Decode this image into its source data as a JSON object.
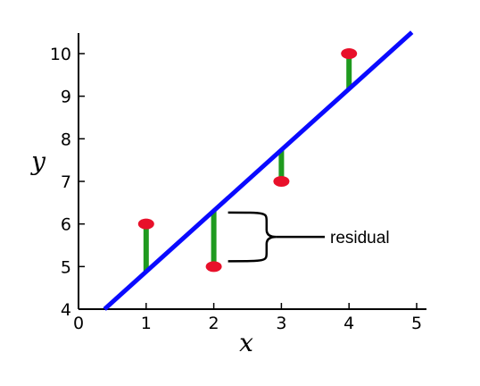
{
  "chart_data": {
    "type": "scatter",
    "xlabel": "x",
    "ylabel": "y",
    "xlim": [
      0,
      5
    ],
    "ylim": [
      4,
      10.5
    ],
    "x_ticks": [
      "0",
      "1",
      "2",
      "3",
      "4",
      "5"
    ],
    "y_ticks": [
      "4",
      "5",
      "6",
      "7",
      "8",
      "9",
      "10"
    ],
    "points": [
      {
        "x": 1,
        "y": 6
      },
      {
        "x": 2,
        "y": 5
      },
      {
        "x": 3,
        "y": 7
      },
      {
        "x": 4,
        "y": 10
      }
    ],
    "fit_line": {
      "slope": 1.43,
      "intercept": 3.45
    },
    "annotation": {
      "text": "residual",
      "x": 2
    },
    "colors": {
      "line": "#0a0aff",
      "points": "#e8102a",
      "residuals": "#1f9a1f",
      "axes": "#000000"
    }
  }
}
